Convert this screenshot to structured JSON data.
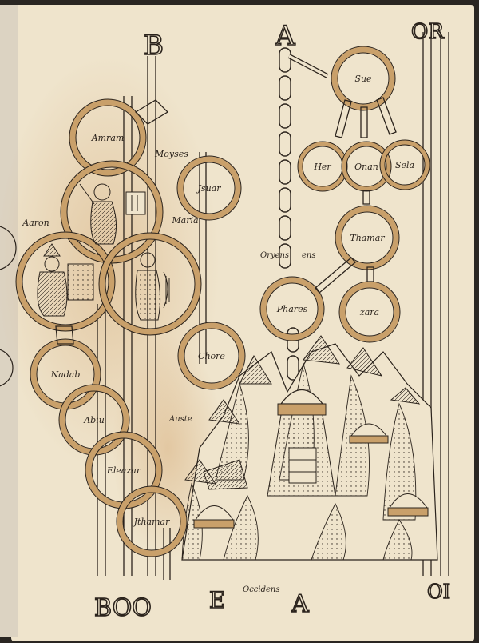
{
  "page": {
    "corner_letters": {
      "top_left": "B",
      "top_center": "A",
      "top_right": "OR",
      "bottom_left": "BOO",
      "bottom_center_left": "E",
      "bottom_center_right": "A",
      "bottom_right": "OI"
    },
    "directions": {
      "north_left": "Oryens",
      "north_split": "ens",
      "south": "Auste",
      "west": "Occidens"
    },
    "aaron_lineage": [
      "Amram",
      "Moyses",
      "Jsuar",
      "Aaron",
      "Maria",
      "Chore",
      "Nadab",
      "Abiu",
      "Eleazar",
      "Jthamar"
    ],
    "judah_lineage": [
      "Sue",
      "Her",
      "Onan",
      "Sela",
      "Thamar",
      "Phares",
      "zara"
    ]
  },
  "colors": {
    "paper": "#efe4cc",
    "ink": "#2b231c",
    "ring_gold": "#c9a06a",
    "stain": "#d9b58a"
  }
}
